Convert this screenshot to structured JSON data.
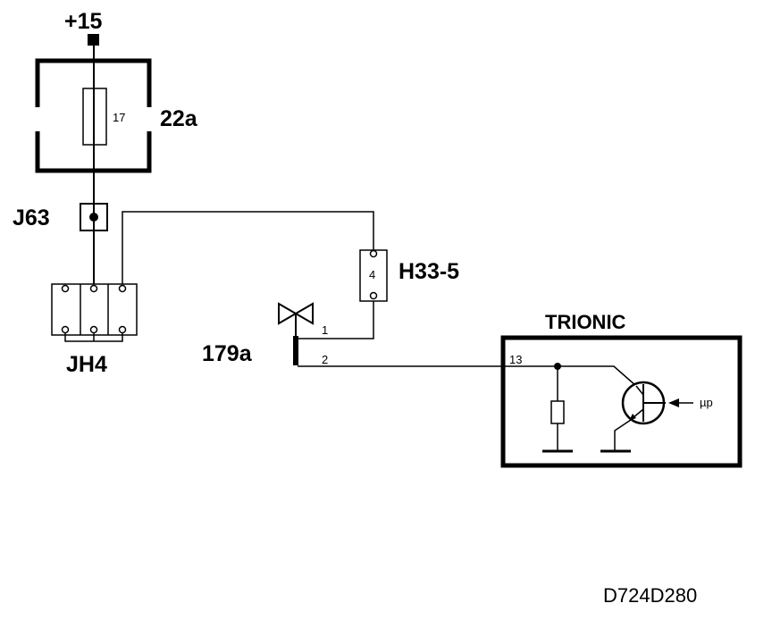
{
  "diagram": {
    "supply_label": "+15",
    "fuse": {
      "number": "17",
      "box_label": "22a"
    },
    "connector_j63": {
      "label": "J63"
    },
    "junction_jh4": {
      "label": "JH4"
    },
    "connector_h33": {
      "pin": "4",
      "label": "H33-5"
    },
    "injector": {
      "label": "179a",
      "pin1": "1",
      "pin2": "2"
    },
    "ecu": {
      "title": "TRIONIC",
      "pin": "13",
      "input_label": "µp"
    },
    "drawing_code": "D724D280"
  },
  "colors": {
    "line": "#000000",
    "background": "#ffffff"
  }
}
